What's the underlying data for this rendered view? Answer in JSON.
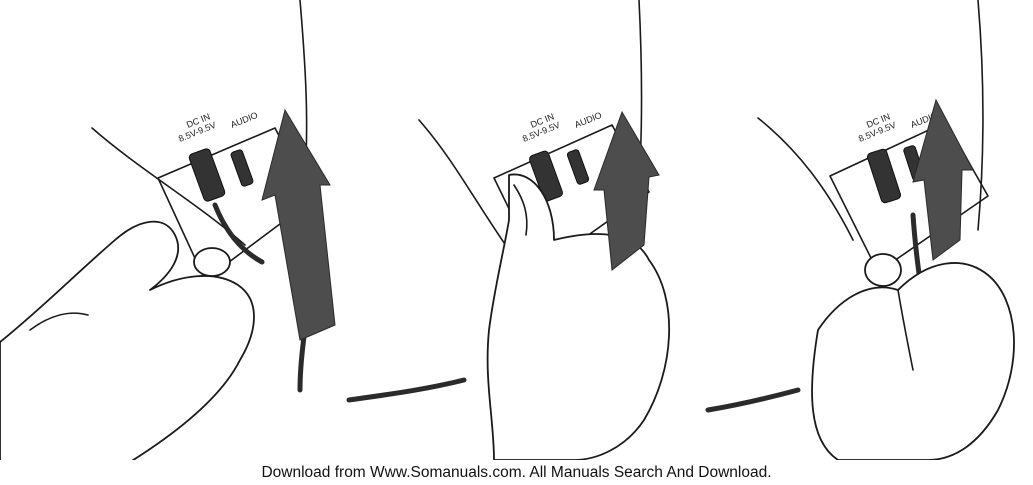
{
  "panels": [
    {
      "jack_label_line1": "DC IN",
      "jack_label_line2": "8.5V-9.5V",
      "audio_label": "AUDIO"
    },
    {
      "jack_label_line1": "DC IN",
      "jack_label_line2": "8.5V-9.5V",
      "audio_label": "AUDIO"
    },
    {
      "jack_label_line1": "DC IN",
      "jack_label_line2": "8.5V-9.5V",
      "audio_label": "AUDIO"
    }
  ],
  "footer": {
    "text": "Download from Www.Somanuals.com. All Manuals Search And Download."
  }
}
